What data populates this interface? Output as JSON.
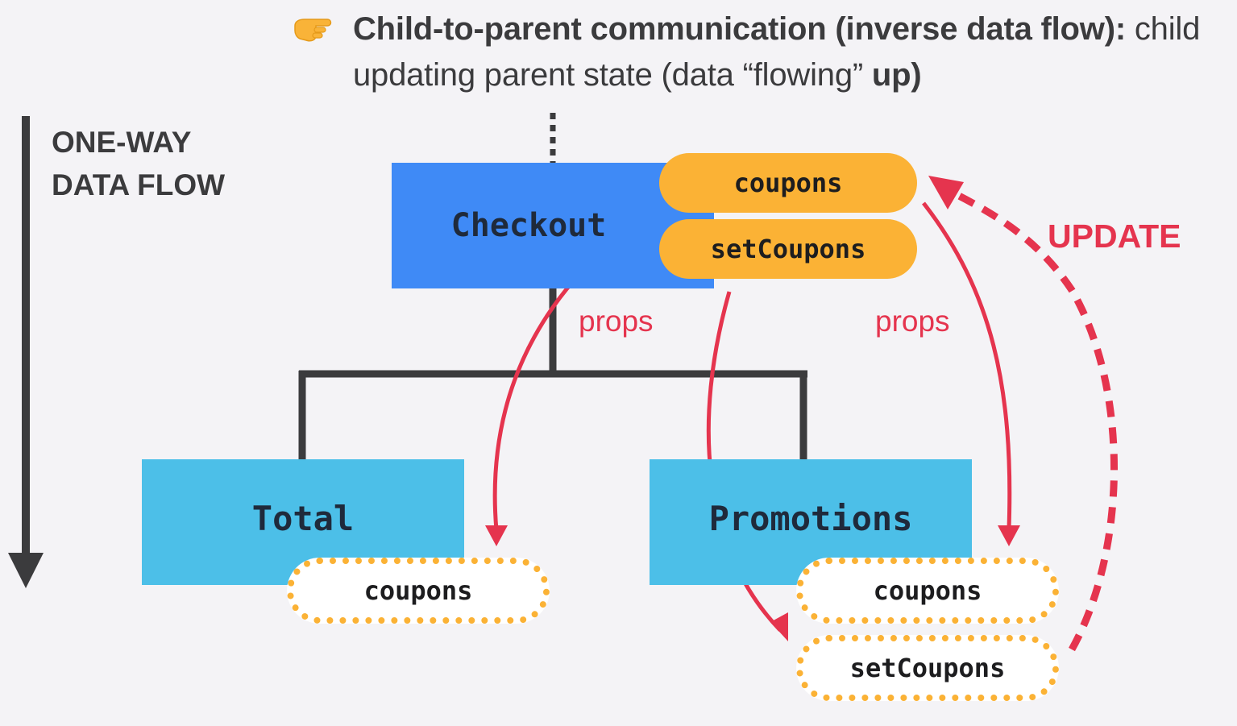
{
  "heading": {
    "icon": "pointing-hand-icon",
    "bold_part": "Child-to-parent communication (inverse data flow):",
    "normal_part": " child updating parent state (data “flowing” ",
    "bold_end": "up)"
  },
  "flow_label": {
    "line1": "ONE-WAY",
    "line2": "DATA FLOW"
  },
  "components": {
    "parent": "Checkout",
    "child_left": "Total",
    "child_right": "Promotions"
  },
  "state": {
    "value": "coupons",
    "setter": "setCoupons"
  },
  "child_props": {
    "total_coupons": "coupons",
    "promo_coupons": "coupons",
    "promo_setter": "setCoupons"
  },
  "arrow_labels": {
    "props_left": "props",
    "props_right": "props",
    "update": "UPDATE"
  },
  "colors": {
    "parent_box": "#3f8af6",
    "child_box": "#4cbfe8",
    "state_pill": "#fbb235",
    "arrow_red": "#e5344e",
    "tree_lines": "#3b3b3d",
    "background": "#f4f3f6"
  }
}
